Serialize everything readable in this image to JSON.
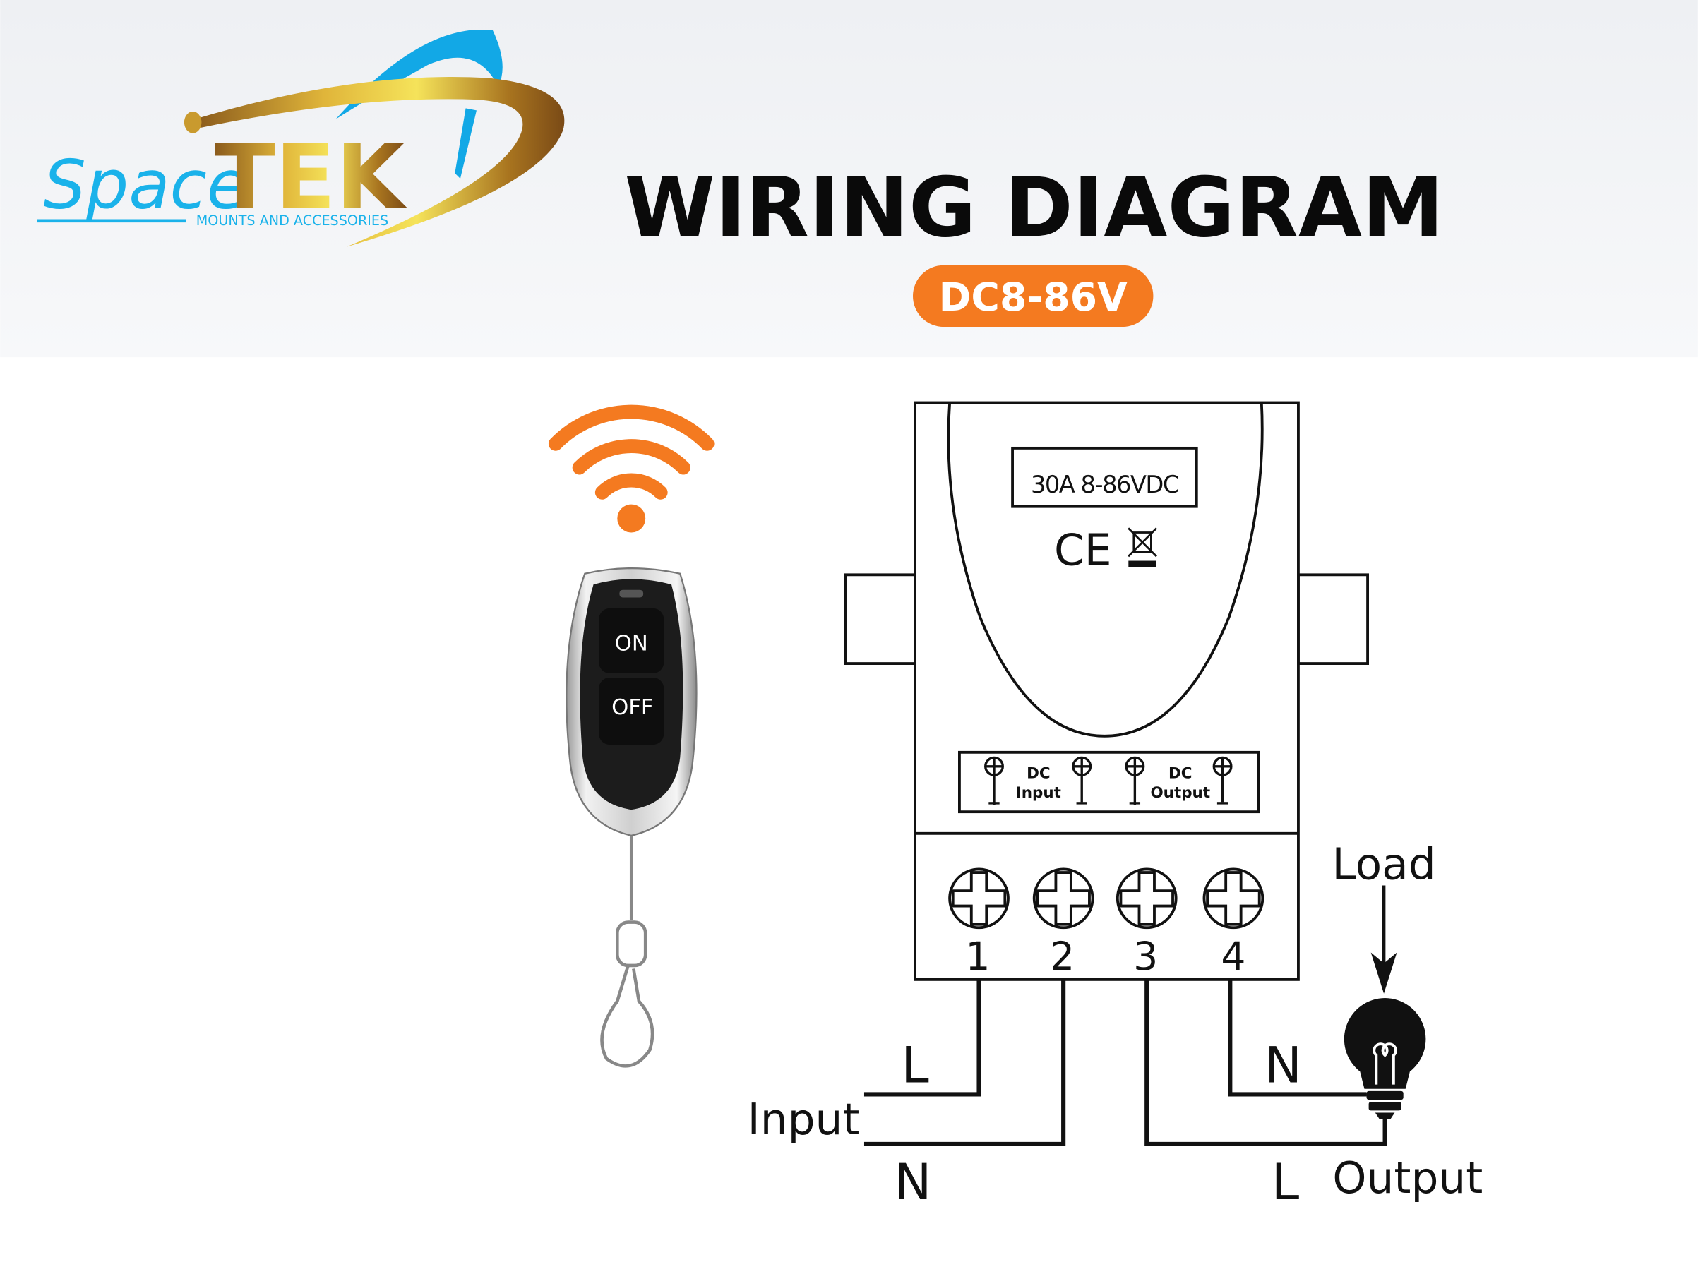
{
  "logo": {
    "brand_script": "Space",
    "brand_main": "TEK",
    "tagline": "MOUNTS AND ACCESSORIES"
  },
  "header": {
    "title": "WIRING DIAGRAM",
    "voltage_badge": "DC8-86V"
  },
  "colors": {
    "accent_orange": "#f47a20",
    "brand_blue": "#1ab2ea",
    "brand_gold": "#c99a2e",
    "header_bg": "#f0f2f5"
  },
  "remote": {
    "on_label": "ON",
    "off_label": "OFF",
    "signal_icon": "wifi-signal-icon"
  },
  "device": {
    "rating_label": "30A 8-86VDC",
    "certification": "CE",
    "weee_icon": "crossed-bin-icon",
    "dc_input_label_1": "DC",
    "dc_input_label_2": "Input",
    "dc_output_label_1": "DC",
    "dc_output_label_2": "Output",
    "terminals": [
      "1",
      "2",
      "3",
      "4"
    ]
  },
  "wiring": {
    "input_label": "Input",
    "input_L": "L",
    "input_N": "N",
    "output_label": "Output",
    "output_N": "N",
    "output_L": "L",
    "load_label": "Load"
  }
}
